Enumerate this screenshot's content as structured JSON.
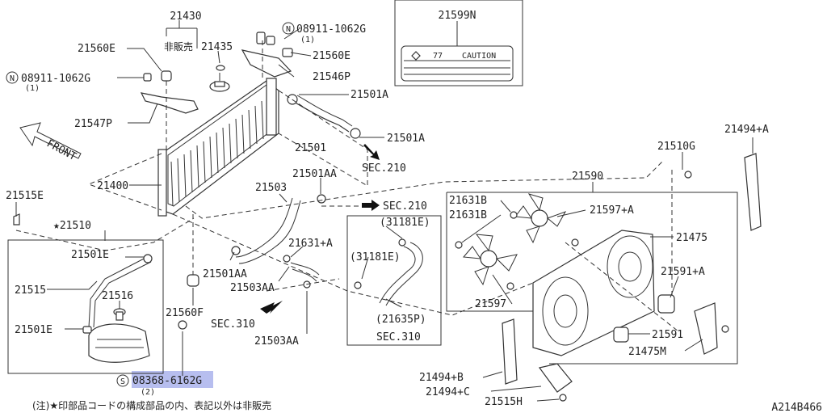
{
  "labels": {
    "p21430": "21430",
    "hanbai": "非販売",
    "p21435": "21435",
    "n08911_top": "08911-1062G",
    "n08911_top_qty": "(1)",
    "p21560E_l": "21560E",
    "p21560E_r": "21560E",
    "p21546P": "21546P",
    "n08911_left": "08911-1062G",
    "n08911_left_qty": "(1)",
    "p21547P": "21547P",
    "p21501A_1": "21501A",
    "p21501A_2": "21501A",
    "p21501": "21501",
    "sec210_1": "SEC.210",
    "p21599N": "21599N",
    "caution_text": "CAUTION",
    "caution_num": "77",
    "front": "FRONT",
    "p21400": "21400",
    "p21515E": "21515E",
    "p21510": "★21510",
    "p21501AA_1": "21501AA",
    "p21503": "21503",
    "sec210_2": "SEC.210",
    "p21501E_1": "21501E",
    "p21515": "21515",
    "p21516": "21516",
    "p21501E_2": "21501E",
    "p21501AA_2": "21501AA",
    "p21503AA_1": "21503AA",
    "p21631A_l": "21631+A",
    "p31181E_1": "(31181E)",
    "p31181E_2": "(31181E)",
    "p21635P": "(21635P)",
    "sec310_1": "SEC.310",
    "sec310_2": "SEC.310",
    "p21560F": "21560F",
    "p21503AA_2": "21503AA",
    "p21590": "21590",
    "p21510G": "21510G",
    "p21494A": "21494+A",
    "p21631B_1": "21631B",
    "p21631B_2": "21631B",
    "p21597A": "21597+A",
    "p21475": "21475",
    "p21591A": "21591+A",
    "p21597": "21597",
    "p21591": "21591",
    "p21475M": "21475M",
    "p21494B": "21494+B",
    "p21494C": "21494+C",
    "p21515H": "21515H",
    "s08368": "08368-6162G",
    "s08368_qty": "(2)",
    "note": "(注)★印部品コードの構成部品の内、表記以外は非販売",
    "diagram_id": "A214B466"
  },
  "symbols": {
    "n": "N",
    "s": "S"
  },
  "highlight_color": "#9fa8ea"
}
